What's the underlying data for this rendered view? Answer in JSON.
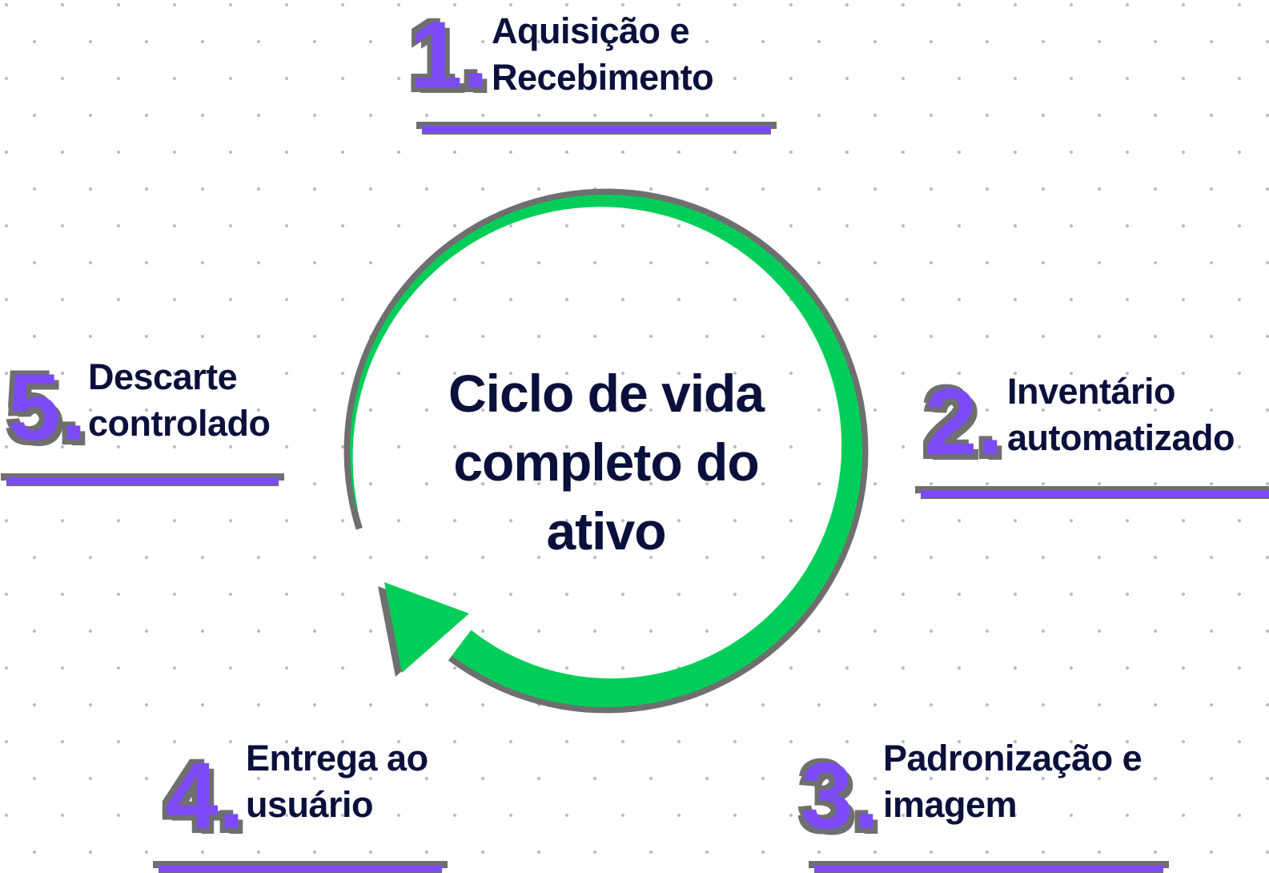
{
  "diagram": {
    "center": {
      "title": "Ciclo de vida completo do ativo",
      "lines": [
        "Ciclo de vida",
        "completo do",
        "ativo"
      ]
    },
    "steps": [
      {
        "number": "1.",
        "lines": [
          "Aquisição e",
          "Recebimento"
        ]
      },
      {
        "number": "2.",
        "lines": [
          "Inventário",
          "automatizado"
        ]
      },
      {
        "number": "3.",
        "lines": [
          "Padronização e",
          "imagem"
        ]
      },
      {
        "number": "4.",
        "lines": [
          "Entrega ao",
          "usuário"
        ]
      },
      {
        "number": "5.",
        "lines": [
          "Descarte",
          "controlado"
        ]
      }
    ]
  },
  "colors": {
    "accent_purple": "#7c4bf7",
    "arrow_green": "#00ce58",
    "text_navy": "#0a103c",
    "shadow_gray": "#6f6f6f",
    "background": "#ffffff"
  },
  "icons": {
    "cycle_arrow": "clockwise-circular-arrow"
  }
}
